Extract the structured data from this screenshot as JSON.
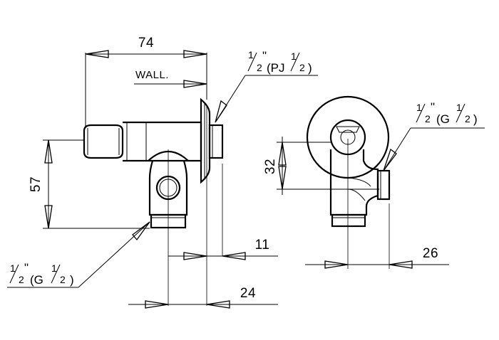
{
  "dimensions": {
    "overall_length": "74",
    "height_between_centers": "57",
    "side_offset": "32",
    "flange_thickness": "11",
    "outlet_offset": "24",
    "side_outlet_length": "26"
  },
  "labels": {
    "wall": "WALL."
  },
  "threads": {
    "top_inlet": {
      "inch": "1",
      "slash_note": "/",
      "den": "2",
      "quote": "\"",
      "type_open": "(PJ",
      "size_num": "1",
      "size_den": "2",
      "close": ")"
    },
    "bottom_outlet": {
      "inch": "1",
      "den": "2",
      "quote": "\"",
      "type_open": "(G",
      "size_num": "1",
      "size_den": "2",
      "close": ")"
    },
    "side_outlet": {
      "inch": "1",
      "den": "2",
      "quote": "\"",
      "type_open": "(G",
      "size_num": "1",
      "size_den": "2",
      "close": ")"
    }
  }
}
